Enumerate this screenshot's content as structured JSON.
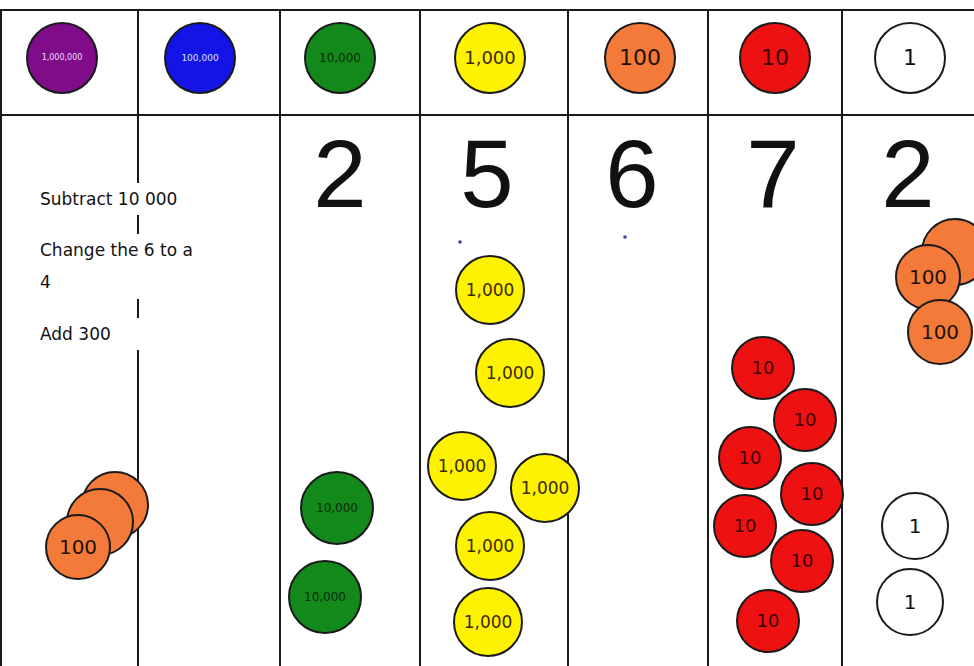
{
  "diagram": {
    "nodes": [
      {
        "text": [
          "1,000,000"
        ]
      },
      {
        "text": [
          "100,000"
        ]
      },
      {
        "text": [
          "10,000"
        ]
      },
      {
        "text": [
          "1,000"
        ]
      },
      {
        "text": [
          "100"
        ]
      },
      {
        "text": [
          "10"
        ]
      },
      {
        "text": [
          "1"
        ]
      },
      {
        "text": [
          "100"
        ]
      },
      {
        "text": [
          "10,000"
        ]
      },
      {
        "text": [
          "10,000"
        ]
      },
      {
        "text": [
          "1,000"
        ]
      },
      {
        "text": [
          "1,000"
        ]
      },
      {
        "text": [
          "1,000"
        ]
      },
      {
        "text": [
          "1,000"
        ]
      },
      {
        "text": [
          "1,000"
        ]
      },
      {
        "text": [
          "1,000"
        ]
      },
      {
        "text": [
          "10"
        ]
      },
      {
        "text": [
          "10"
        ]
      },
      {
        "text": [
          "10"
        ]
      },
      {
        "text": [
          "10"
        ]
      },
      {
        "text": [
          "10"
        ]
      },
      {
        "text": [
          "10"
        ]
      },
      {
        "text": [
          "10"
        ]
      },
      {
        "text": [
          "100"
        ]
      },
      {
        "text": [
          "100"
        ]
      },
      {
        "text": [
          "1"
        ]
      },
      {
        "text": [
          "1"
        ]
      }
    ],
    "labels": [
      "2",
      "5",
      "6",
      "7",
      "2",
      "Subtract 10 000",
      "Change the 6 to a 4",
      "Add 300"
    ]
  }
}
